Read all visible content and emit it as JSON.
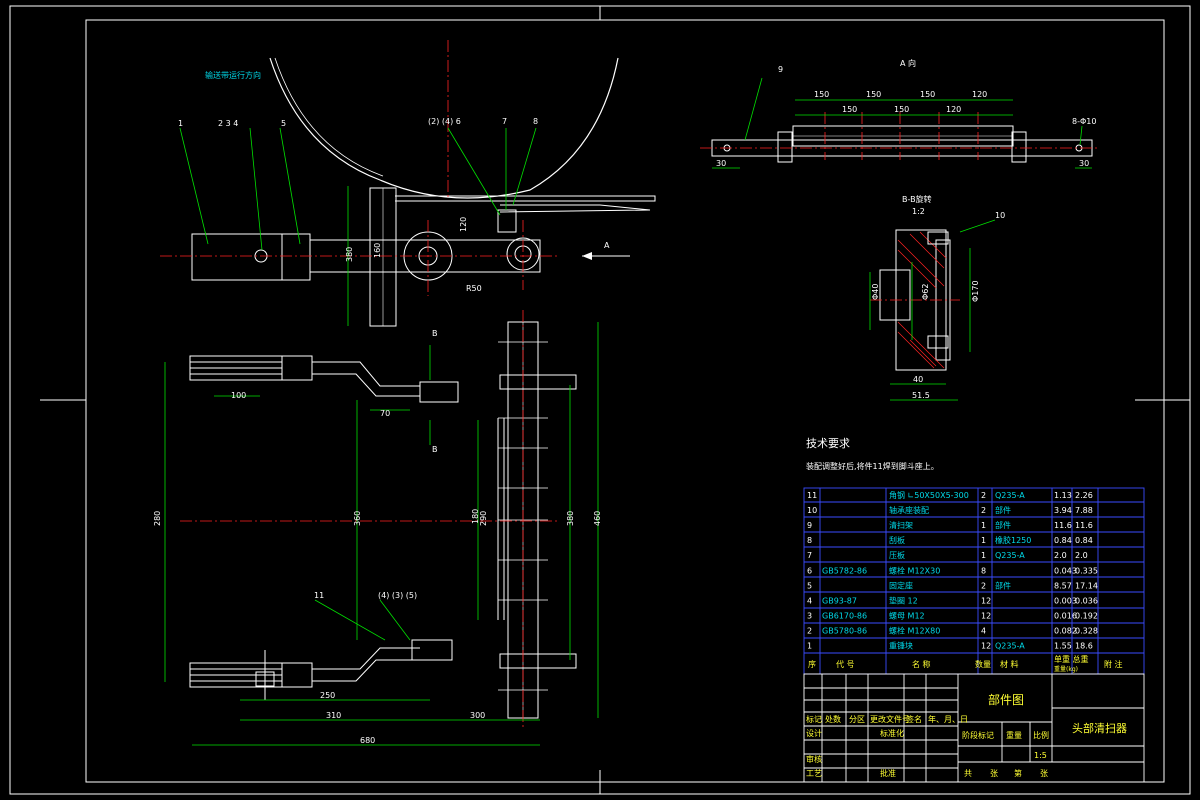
{
  "colors": {
    "background": "#000000",
    "frame": "#ffffff",
    "outline": "#ffffff",
    "dimension": "#00e000",
    "centerline": "#ff2222",
    "section_hatch": "#ff2222",
    "bom_grid": "#3a4cff",
    "text_white": "#ffffff",
    "text_yellow": "#ffff33",
    "text_cyan": "#00d8e8"
  },
  "annotations": {
    "direction_note": "输送带运行方向",
    "view_a_title": "A 向",
    "section_title": "B-B旋转",
    "section_scale": "1:2",
    "tech_req_title": "技术要求",
    "tech_req_text": "装配调整好后,将件11焊到脚斗座上。",
    "arrow_a": "A",
    "cut_b_top": "B",
    "cut_b_bottom": "B"
  },
  "balloons": {
    "top": [
      "1",
      "2 3 4",
      "5",
      "(2) (4) 6",
      "7",
      "8"
    ],
    "lower_left": [
      "11",
      "(4) (3) (5)"
    ],
    "view_a": "9",
    "section": "10"
  },
  "dimensions": {
    "view_a": [
      "150",
      "150",
      "150",
      "120",
      "150",
      "150",
      "120",
      "8-Φ10",
      "30",
      "30"
    ],
    "top_view": [
      "380",
      "160",
      "120",
      "R50"
    ],
    "plan": [
      "100",
      "70",
      "290",
      "360",
      "180",
      "380",
      "460",
      "250",
      "310",
      "280",
      "680",
      "300"
    ],
    "section": [
      "Φ40",
      "Φ62",
      "Φ170",
      "40",
      "51.5"
    ]
  },
  "bom": {
    "rows": [
      {
        "no": "11",
        "code": "",
        "name": "角钢 ∟50X50X5-300",
        "qty": "2",
        "material": "Q235-A",
        "unit_w": "1.13",
        "total_w": "2.26",
        "note": ""
      },
      {
        "no": "10",
        "code": "",
        "name": "轴承座装配",
        "qty": "2",
        "material": "部件",
        "unit_w": "3.94",
        "total_w": "7.88",
        "note": ""
      },
      {
        "no": "9",
        "code": "",
        "name": "清扫架",
        "qty": "1",
        "material": "部件",
        "unit_w": "11.6",
        "total_w": "11.6",
        "note": ""
      },
      {
        "no": "8",
        "code": "",
        "name": "刮板",
        "qty": "1",
        "material": "橡胶1250",
        "unit_w": "0.84",
        "total_w": "0.84",
        "note": ""
      },
      {
        "no": "7",
        "code": "",
        "name": "压板",
        "qty": "1",
        "material": "Q235-A",
        "unit_w": "2.0",
        "total_w": "2.0",
        "note": ""
      },
      {
        "no": "6",
        "code": "GB5782-86",
        "name": "螺栓 M12X30",
        "qty": "8",
        "material": "",
        "unit_w": "0.043",
        "total_w": "0.335",
        "note": ""
      },
      {
        "no": "5",
        "code": "",
        "name": "固定座",
        "qty": "2",
        "material": "部件",
        "unit_w": "8.57",
        "total_w": "17.14",
        "note": ""
      },
      {
        "no": "4",
        "code": "GB93-87",
        "name": "垫圈 12",
        "qty": "12",
        "material": "",
        "unit_w": "0.003",
        "total_w": "0.036",
        "note": ""
      },
      {
        "no": "3",
        "code": "GB6170-86",
        "name": "螺母 M12",
        "qty": "12",
        "material": "",
        "unit_w": "0.016",
        "total_w": "0.192",
        "note": ""
      },
      {
        "no": "2",
        "code": "GB5780-86",
        "name": "螺栓 M12X80",
        "qty": "4",
        "material": "",
        "unit_w": "0.082",
        "total_w": "0.328",
        "note": ""
      },
      {
        "no": "1",
        "code": "",
        "name": "重锤块",
        "qty": "12",
        "material": "Q235-A",
        "unit_w": "1.55",
        "total_w": "18.6",
        "note": ""
      }
    ],
    "headers": {
      "no": "序",
      "code": "代 号",
      "name": "名 称",
      "qty": "数量",
      "material": "材 料",
      "weight": "单重 总重",
      "weight_unit": "重量(kg)",
      "note": "附 注"
    }
  },
  "title_block": {
    "part_type": "部件图",
    "drawing_name": "头部清扫器",
    "scale_label": "比例",
    "scale_value": "1:5",
    "weight_label": "重量",
    "stage_label": "阶段标记",
    "rev_labels": [
      "标记",
      "处数",
      "分区",
      "更改文件号",
      "签名",
      "年、月、日"
    ],
    "design": "设计",
    "standardize": "标准化",
    "review": "审核",
    "process": "工艺",
    "approve": "批准",
    "sheet_labels": [
      "共",
      "张",
      "第",
      "张"
    ]
  }
}
